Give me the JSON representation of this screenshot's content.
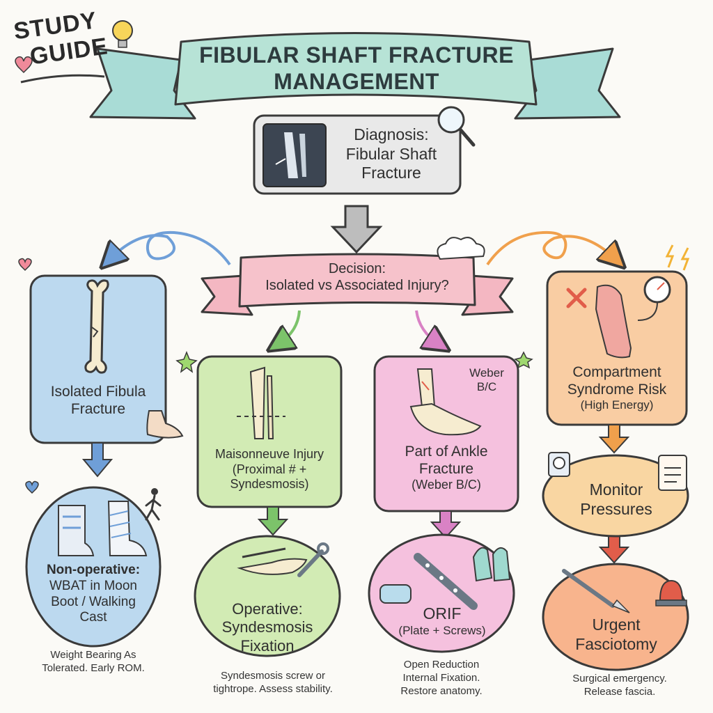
{
  "study_guide": {
    "line1": "STUDY",
    "line2": "GUIDE"
  },
  "title": {
    "line1": "FIBULAR SHAFT FRACTURE",
    "line2": "MANAGEMENT"
  },
  "diagnosis": {
    "line1": "Diagnosis:",
    "line2": "Fibular Shaft",
    "line3": "Fracture"
  },
  "decision": {
    "line1": "Decision:",
    "line2": "Isolated vs Associated Injury?"
  },
  "branches": {
    "isolated": {
      "node": [
        "Isolated Fibula",
        "Fracture"
      ],
      "treatment": [
        "Non-operative:",
        "WBAT in Moon",
        "Boot / Walking",
        "Cast"
      ],
      "caption": [
        "Weight Bearing As",
        "Tolerated. Early ROM."
      ]
    },
    "maisonneuve": {
      "node": [
        "Maisonneuve Injury",
        "(Proximal # +",
        "Syndesmosis)"
      ],
      "treatment": [
        "Operative:",
        "Syndesmosis",
        "Fixation"
      ],
      "caption": [
        "Syndesmosis screw or",
        "tightrope. Assess stability."
      ]
    },
    "ankle": {
      "tag": [
        "Weber",
        "B/C"
      ],
      "node": [
        "Part of Ankle",
        "Fracture",
        "(Weber B/C)"
      ],
      "treatment": [
        "ORIF",
        "(Plate + Screws)"
      ],
      "caption": [
        "Open Reduction",
        "Internal Fixation.",
        "Restore anatomy."
      ]
    },
    "compartment": {
      "node": [
        "Compartment",
        "Syndrome Risk",
        "(High Energy)"
      ],
      "monitor": [
        "Monitor",
        "Pressures"
      ],
      "treatment": [
        "Urgent",
        "Fasciotomy"
      ],
      "caption": [
        "Surgical emergency.",
        "Release fascia."
      ]
    }
  },
  "colors": {
    "title_ribbon": "#a9dcd6",
    "diagnosis": "#e6e6e6",
    "decision": "#f2b8c0",
    "blue": "#b9d8ef",
    "green": "#cfeab0",
    "pink": "#f4bddc",
    "orange": "#f8caa0",
    "arrow_blue": "#6f9fd8",
    "arrow_green": "#7cc36a",
    "arrow_pink": "#d982c5",
    "arrow_orange": "#f0a04c",
    "arrow_red": "#e15d4a"
  },
  "icons": [
    "lightbulb-icon",
    "magnifier-icon",
    "xray-icon",
    "bone-icon",
    "foot-icon",
    "boot-icon",
    "cast-icon",
    "walker-icon",
    "wrench-icon",
    "mask-icon",
    "gloves-icon",
    "plate-icon",
    "gauge-icon",
    "clipboard-icon",
    "scalpel-icon",
    "siren-icon",
    "lightning-icon",
    "heart-icon",
    "star-icon",
    "cloud-icon"
  ]
}
